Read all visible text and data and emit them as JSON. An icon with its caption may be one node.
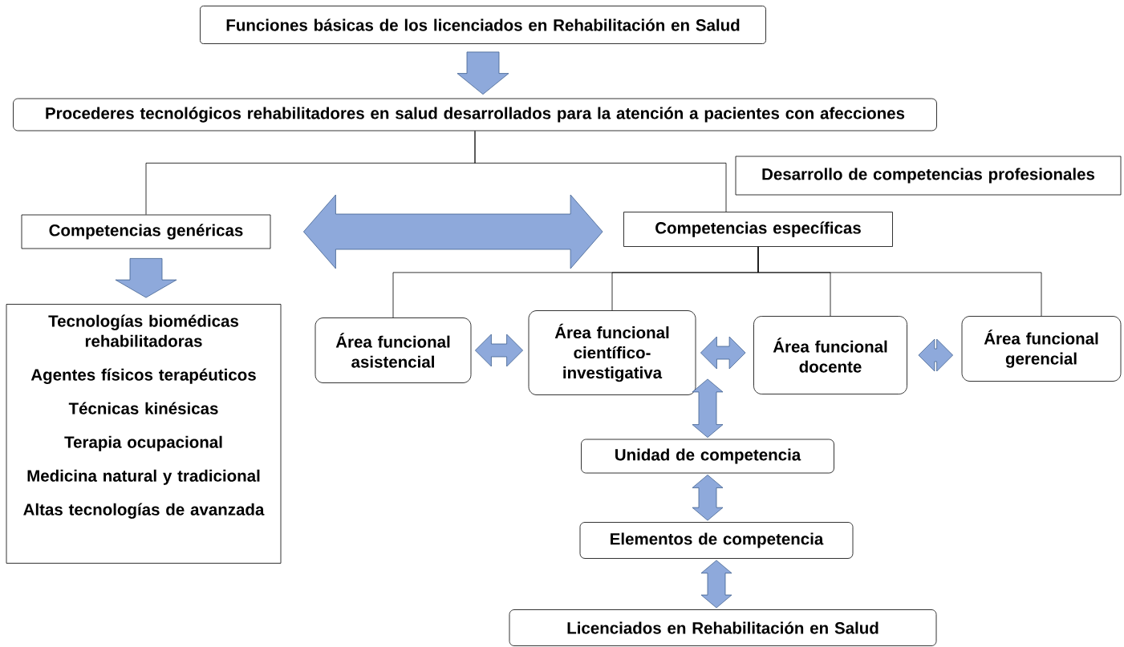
{
  "diagram": {
    "nodes": [
      {
        "text": [
          "Funciones básicas de los licenciados en Rehabilitación en Salud"
        ]
      },
      {
        "text": [
          "Procederes tecnológicos rehabilitadores en salud desarrollados para la atención a pacientes con afecciones"
        ]
      },
      {
        "text": [
          "Desarrollo de competencias profesionales"
        ]
      },
      {
        "text": [
          "Competencias genéricas"
        ]
      },
      {
        "text": [
          "Competencias específicas"
        ]
      },
      {
        "text": [
          "Tecnologías biomédicas rehabilitadoras",
          "Agentes físicos terapéuticos",
          "Técnicas kinésicas",
          "Terapia ocupacional",
          "Medicina natural y tradicional",
          "Altas tecnologías de avanzada"
        ]
      },
      {
        "text": [
          "Área funcional asistencial"
        ]
      },
      {
        "text": [
          "Área funcional científico-investigativa"
        ]
      },
      {
        "text": [
          "Área funcional docente"
        ]
      },
      {
        "text": [
          "Área funcional gerencial"
        ]
      },
      {
        "text": [
          "Unidad de competencia"
        ]
      },
      {
        "text": [
          "Elementos de competencia"
        ]
      },
      {
        "text": [
          "Licenciados en Rehabilitación en Salud"
        ]
      }
    ],
    "edges": [
      {
        "from": 0,
        "to": 1,
        "arrow": "to"
      },
      {
        "from": 1,
        "to": 3,
        "arrow": "none"
      },
      {
        "from": 1,
        "to": 4,
        "arrow": "none"
      },
      {
        "from": 3,
        "to": 4,
        "arrow": "both"
      },
      {
        "from": 3,
        "to": 5,
        "arrow": "to"
      },
      {
        "from": 4,
        "to": 6,
        "arrow": "none"
      },
      {
        "from": 4,
        "to": 7,
        "arrow": "none"
      },
      {
        "from": 4,
        "to": 8,
        "arrow": "none"
      },
      {
        "from": 4,
        "to": 9,
        "arrow": "none"
      },
      {
        "from": 6,
        "to": 7,
        "arrow": "both"
      },
      {
        "from": 7,
        "to": 8,
        "arrow": "both"
      },
      {
        "from": 8,
        "to": 9,
        "arrow": "both"
      },
      {
        "from": 7,
        "to": 10,
        "arrow": "both"
      },
      {
        "from": 10,
        "to": 11,
        "arrow": "both"
      },
      {
        "from": 11,
        "to": 12,
        "arrow": "both"
      }
    ]
  }
}
